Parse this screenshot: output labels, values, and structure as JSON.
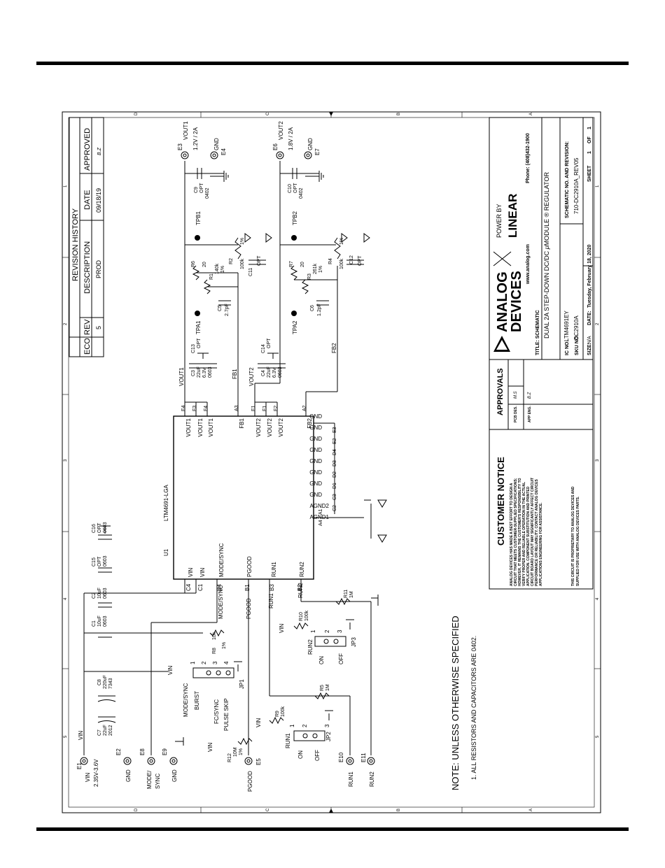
{
  "rev": {
    "title": "REVISION HISTORY",
    "headers": [
      "ECO",
      "REV",
      "DESCRIPTION",
      "DATE",
      "APPROVED"
    ],
    "row": [
      "",
      "5",
      "PROD",
      "09/18/19",
      "B.Z"
    ]
  },
  "border": {
    "letters": [
      "D",
      "C",
      "B",
      "A"
    ],
    "numbers": [
      "1",
      "2",
      "3",
      "4",
      "5"
    ]
  },
  "ic": {
    "ref": "U1",
    "part": "LTM4691-LGA",
    "left": [
      "VIN",
      "VIN",
      "MODE/SYNC",
      "PGOOD",
      "RUN1",
      "RUN2"
    ],
    "leftpins": [
      "C4",
      "C1",
      "B4",
      "B1",
      "B3",
      "B2"
    ],
    "right": [
      "VOUT1",
      "VOUT1",
      "VOUT1",
      "FB1",
      "VOUT2",
      "VOUT2",
      "VOUT2",
      "FB2",
      "GND",
      "GND",
      "GND",
      "GND",
      "GND",
      "GND",
      "GND",
      "GND",
      "AGND2",
      "AGND1"
    ],
    "rightpins": [
      "E4",
      "F3",
      "F4",
      "A3",
      "E1",
      "F1",
      "F2",
      "A2",
      "E3",
      "E2",
      "D4",
      "D3",
      "D2",
      "D1",
      "C3",
      "C2",
      "A1",
      "A4"
    ]
  },
  "nets": {
    "vout1": "VOUT1",
    "vout2": "VOUT2",
    "fb1": "FB1",
    "fb2": "FB2",
    "vin": "VIN",
    "modesync": "MODE/SYNC",
    "pgood": "PGOOD",
    "run1": "RUN1",
    "run2": "RUN2",
    "gnd": "GND"
  },
  "terms": {
    "e3": [
      "E3",
      "VOUT1",
      "1.2V / 2A"
    ],
    "e4": [
      "E4",
      "GND"
    ],
    "e6": [
      "E6",
      "VOUT2",
      "1.8V / 2A"
    ],
    "e7": [
      "E7",
      "GND"
    ],
    "e1": [
      "E1",
      "VIN",
      "2.35V-3.6V"
    ],
    "e2": [
      "E2",
      "GND"
    ],
    "e8": [
      "E8",
      "MODE/",
      "SYNC"
    ],
    "e9": [
      "E9",
      "GND"
    ],
    "e5": [
      "E5",
      "PGOOD"
    ],
    "e10": [
      "E10",
      "RUN1"
    ],
    "e11": [
      "E11",
      "RUN2"
    ]
  },
  "tp": {
    "tpb1": "TPB1",
    "tpa1": "TPA1",
    "tpb2": "TPB2",
    "tpa2": "TPA2"
  },
  "parts": {
    "c9": [
      "C9",
      "OPT",
      "0402"
    ],
    "c10": [
      "C10",
      "OPT",
      "0402"
    ],
    "r6": [
      "R6",
      "20"
    ],
    "r1": [
      "R1",
      "140k",
      "1%"
    ],
    "r2": [
      "R2",
      "100k",
      "1%"
    ],
    "c11": [
      "C11",
      "OPT"
    ],
    "r7": [
      "R7",
      "20"
    ],
    "r3": [
      "R3",
      "261k",
      "1%"
    ],
    "r4": [
      "R4",
      "100k",
      "1%"
    ],
    "c12": [
      "C12",
      "OPT"
    ],
    "c5": [
      "C5",
      "2.7pF"
    ],
    "c6": [
      "C6",
      "1.2pF"
    ],
    "c13": [
      "C13",
      "OPT"
    ],
    "c3": [
      "C3",
      "22uF",
      "6.3V",
      "0603"
    ],
    "c14": [
      "C14",
      "OPT"
    ],
    "c4": [
      "C4",
      "22uF",
      "6.3V",
      "0603"
    ],
    "c16": [
      "C16",
      "OPT",
      "0603"
    ],
    "c15": [
      "C15",
      "OPT",
      "0603"
    ],
    "c2": [
      "C2",
      "10uF",
      "0603"
    ],
    "c1": [
      "C1",
      "10uF",
      "0603"
    ],
    "c8": [
      "C8",
      "220uF",
      "7343"
    ],
    "c7": [
      "C7",
      "22uF",
      "2012"
    ],
    "r8": [
      "R8",
      "10k",
      "1%"
    ],
    "r12": [
      "R12",
      "10M",
      "1%"
    ],
    "r9": [
      "R9",
      "100k"
    ],
    "r5": [
      "R5",
      "1M"
    ],
    "r10": [
      "R10",
      "100k"
    ],
    "r11": [
      "R11",
      "1M"
    ]
  },
  "jumpers": {
    "jp1": {
      "ref": "JP1",
      "l1": "MODE/SYNC",
      "l2": "BURST",
      "l3": "FC/SYNC",
      "l4": "PULSE SKIP",
      "pins": [
        "1",
        "2",
        "3",
        "4"
      ]
    },
    "jp2": {
      "ref": "JP2",
      "l1": "RUN1",
      "on": "ON",
      "off": "OFF",
      "pins": [
        "1",
        "2",
        "3"
      ]
    },
    "jp3": {
      "ref": "JP3",
      "l1": "RUN2",
      "on": "ON",
      "off": "OFF",
      "pins": [
        "1",
        "2",
        "3"
      ]
    }
  },
  "note": {
    "title": "NOTE: UNLESS OTHERWISE SPECIFIED",
    "item": "1.  ALL RESISTORS AND CAPACITORS ARE 0402."
  },
  "customer": {
    "title": "CUSTOMER NOTICE",
    "body": [
      "ANALOG DEVICES HAS MADE A BEST EFFORT TO DESIGN A",
      "CIRCUIT THAT MEETS CUSTOMER-SUPPLIED SPECIFICATIONS;",
      "HOWEVER, IT REMAINS THE CUSTOMER'S RESPONSIBILITY TO",
      "VERIFY PROPER AND RELIABLE OPERATION IN THE ACTUAL",
      "APPLICATION. COMPONENT SUBSTITUTION AND PRINTED",
      "CIRCUIT BOARD LAYOUT MAY SIGNIFICANTLY AFFECT CIRCUIT",
      "PERFORMANCE OR RELIABILITY. CONTACT ANALOG DEVICES",
      "APPLICATIONS ENGINEERING FOR ASSISTANCE."
    ],
    "prop": [
      "THIS CIRCUIT IS PROPRIETARY TO ANALOG DEVICES AND",
      "SUPPLIED FOR USE WITH ANALOG DEVICES PARTS."
    ]
  },
  "approvals": {
    "title": "APPROVALS",
    "pcb_label": "PCB DES.",
    "pcb_sig": "M.S",
    "app_label": "APP ENG.",
    "app_sig": "B.Z"
  },
  "title_block": {
    "logo1": "ANALOG",
    "logo2": "DEVICES",
    "www": "www.analog.com",
    "powerby": "POWER BY",
    "lt": "LINEAR",
    "phone": "Phone: (408)432-1900",
    "title_label": "TITLE: SCHEMATIC",
    "title": "DUAL 2A STEP-DOWN DC/DC",
    "title_mu": "μ",
    "title_module": "MODULE",
    "title_reg": "® REGULATOR",
    "ic_label": "IC NO.",
    "ic": "LTM4691EY",
    "sku_label": "SKU NO.",
    "sku": "DC2910A",
    "schem_label": "SCHEMATIC NO. AND REVISION:",
    "schem": "710-DC2910A_REV05",
    "size_label": "SIZE:",
    "size": "N/A",
    "date_label": "DATE:",
    "date": "Tuesday, February 18, 2020",
    "sheet": "SHEET",
    "sheet_no": "1",
    "of": "OF",
    "sheet_tot": "1"
  },
  "colors": {
    "ink": "#000000",
    "paper": "#ffffff"
  }
}
